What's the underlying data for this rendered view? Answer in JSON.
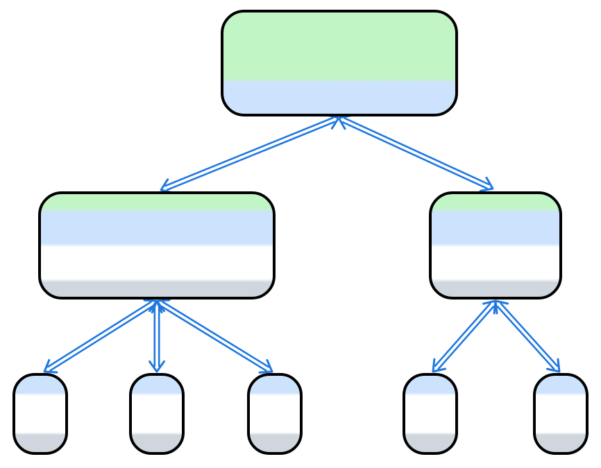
{
  "colors": {
    "green": "#c2f5c6",
    "blue": "#cde3fd",
    "white": "#ffffff",
    "gray": "#cfd6de",
    "outline": "#000000",
    "arrow": "#1f78e0"
  },
  "nodes": [
    {
      "id": "root",
      "bands": [
        "green",
        "green",
        "green",
        "green",
        "blue",
        "blue"
      ]
    },
    {
      "id": "mid-left",
      "bands": [
        "green",
        "blue",
        "blue",
        "white",
        "white",
        "gray"
      ]
    },
    {
      "id": "mid-right",
      "bands": [
        "green",
        "blue",
        "blue",
        "white",
        "white",
        "gray"
      ]
    },
    {
      "id": "leaf-1",
      "bands": [
        "blue",
        "white",
        "white",
        "gray"
      ]
    },
    {
      "id": "leaf-2",
      "bands": [
        "blue",
        "white",
        "white",
        "gray"
      ]
    },
    {
      "id": "leaf-3",
      "bands": [
        "blue",
        "white",
        "white",
        "gray"
      ]
    },
    {
      "id": "leaf-4",
      "bands": [
        "blue",
        "white",
        "white",
        "gray"
      ]
    },
    {
      "id": "leaf-5",
      "bands": [
        "blue",
        "white",
        "white",
        "gray"
      ]
    }
  ],
  "edges": [
    {
      "from": "root",
      "to": "mid-left",
      "direction": "both"
    },
    {
      "from": "root",
      "to": "mid-right",
      "direction": "both"
    },
    {
      "from": "mid-left",
      "to": "leaf-1",
      "direction": "both"
    },
    {
      "from": "mid-left",
      "to": "leaf-2",
      "direction": "both"
    },
    {
      "from": "mid-left",
      "to": "leaf-3",
      "direction": "both"
    },
    {
      "from": "mid-right",
      "to": "leaf-4",
      "direction": "both"
    },
    {
      "from": "mid-right",
      "to": "leaf-5",
      "direction": "both"
    }
  ]
}
